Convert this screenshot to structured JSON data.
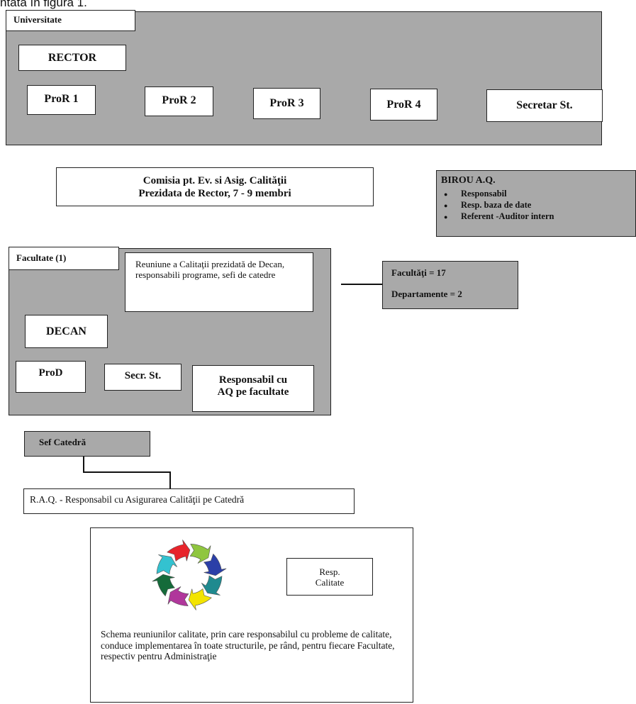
{
  "header_fragment": "ntată în figura 1.",
  "university": {
    "label": "Universitate",
    "rector": "RECTOR",
    "prorectors": [
      "ProR 1",
      "ProR 2",
      "ProR 3",
      "ProR 4"
    ],
    "secretary": "Secretar St."
  },
  "commission": {
    "line1": "Comisia pt. Ev. si Asig. Calităţii",
    "line2": "Prezidata de Rector, 7 - 9 membri"
  },
  "birou": {
    "title": "BIROU A.Q.",
    "items": [
      "Responsabil",
      "Resp. baza de date",
      "Referent -Auditor intern"
    ]
  },
  "faculty": {
    "label": "Facultate (1)",
    "meeting": "Reuniune a Calitaţii prezidată de Decan, responsabili programe, sefi de catedre",
    "dean": "DECAN",
    "prod": "ProD",
    "secr": "Secr. St.",
    "aq_line1": "Responsabil cu",
    "aq_line2": "AQ pe facultate"
  },
  "counts": {
    "faculties": "Facultăţi = 17",
    "departments": "Departamente = 2"
  },
  "chair": {
    "label": "Sef Catedră"
  },
  "raq": "R.A.Q. - Responsabil cu Asigurarea Calităţii pe Catedră",
  "quality_cycle": {
    "resp_line1": "Resp.",
    "resp_line2": "Calitate",
    "description": "Schema reuniunilor calitate, prin care responsabilul cu probleme de calitate, conduce implementarea în toate structurile, pe rând, pentru fiecare Facultate, respectiv pentru Administraţie",
    "arrow_colors": [
      "#e8242b",
      "#8fc63f",
      "#2b3fa8",
      "#1f8a8f",
      "#f3e400",
      "#b0379b",
      "#156b3a",
      "#33c2d0"
    ]
  }
}
